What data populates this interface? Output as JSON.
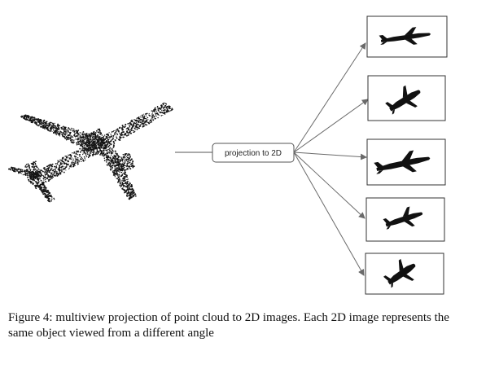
{
  "diagram": {
    "projection_label": "projection to 2D",
    "source": {
      "name": "point-cloud-airplane",
      "style": "point cloud",
      "icon": "airplane-point-cloud-icon"
    },
    "views": [
      {
        "name": "view-1",
        "icon": "airplane-side-silhouette-icon"
      },
      {
        "name": "view-2",
        "icon": "airplane-tilted-silhouette-icon"
      },
      {
        "name": "view-3",
        "icon": "airplane-profile-silhouette-icon"
      },
      {
        "name": "view-4",
        "icon": "airplane-angled-silhouette-icon"
      },
      {
        "name": "view-5",
        "icon": "airplane-top-silhouette-icon"
      }
    ],
    "colors": {
      "ink": "#111111",
      "arrow": "#6a6a6a",
      "box_stroke": "#333333"
    }
  },
  "caption": {
    "text": "Figure 4: multiview projection of point cloud to 2D images. Each 2D image represents the same object viewed from a different angle"
  }
}
